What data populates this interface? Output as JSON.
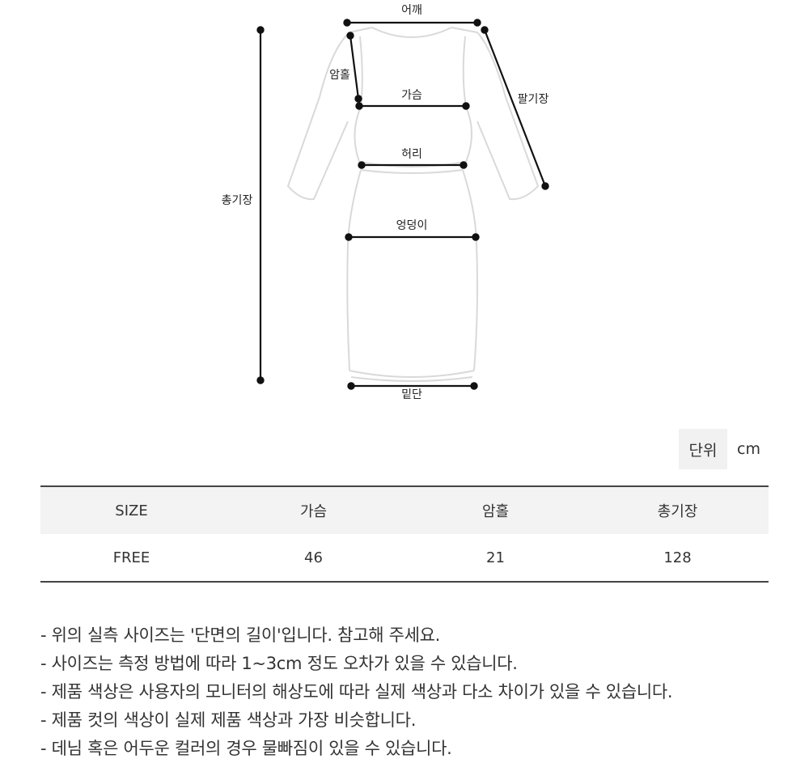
{
  "diagram": {
    "labels": {
      "shoulder": "어깨",
      "armhole": "암홀",
      "chest": "가슴",
      "sleeve_length": "팔기장",
      "waist": "허리",
      "total_length": "총기장",
      "hip": "엉덩이",
      "hem": "밑단"
    },
    "outline_color": "#d9d9d9",
    "measure_color": "#111111"
  },
  "unit": {
    "label": "단위",
    "value": "cm"
  },
  "size_table": {
    "headers": [
      "SIZE",
      "가슴",
      "암홀",
      "총기장"
    ],
    "rows": [
      [
        "FREE",
        "46",
        "21",
        "128"
      ]
    ],
    "header_bg": "#f3f3f3"
  },
  "notes": [
    "- 위의 실측 사이즈는 '단면의 길이'입니다. 참고해 주세요.",
    "- 사이즈는 측정 방법에 따라 1~3cm 정도 오차가 있을 수 있습니다.",
    "- 제품 색상은 사용자의 모니터의 해상도에 따라 실제 색상과 다소 차이가 있을 수 있습니다.",
    "- 제품 컷의 색상이 실제 제품 색상과 가장 비슷합니다.",
    "- 데님 혹은 어두운 컬러의 경우 물빠짐이 있을 수 있습니다."
  ]
}
